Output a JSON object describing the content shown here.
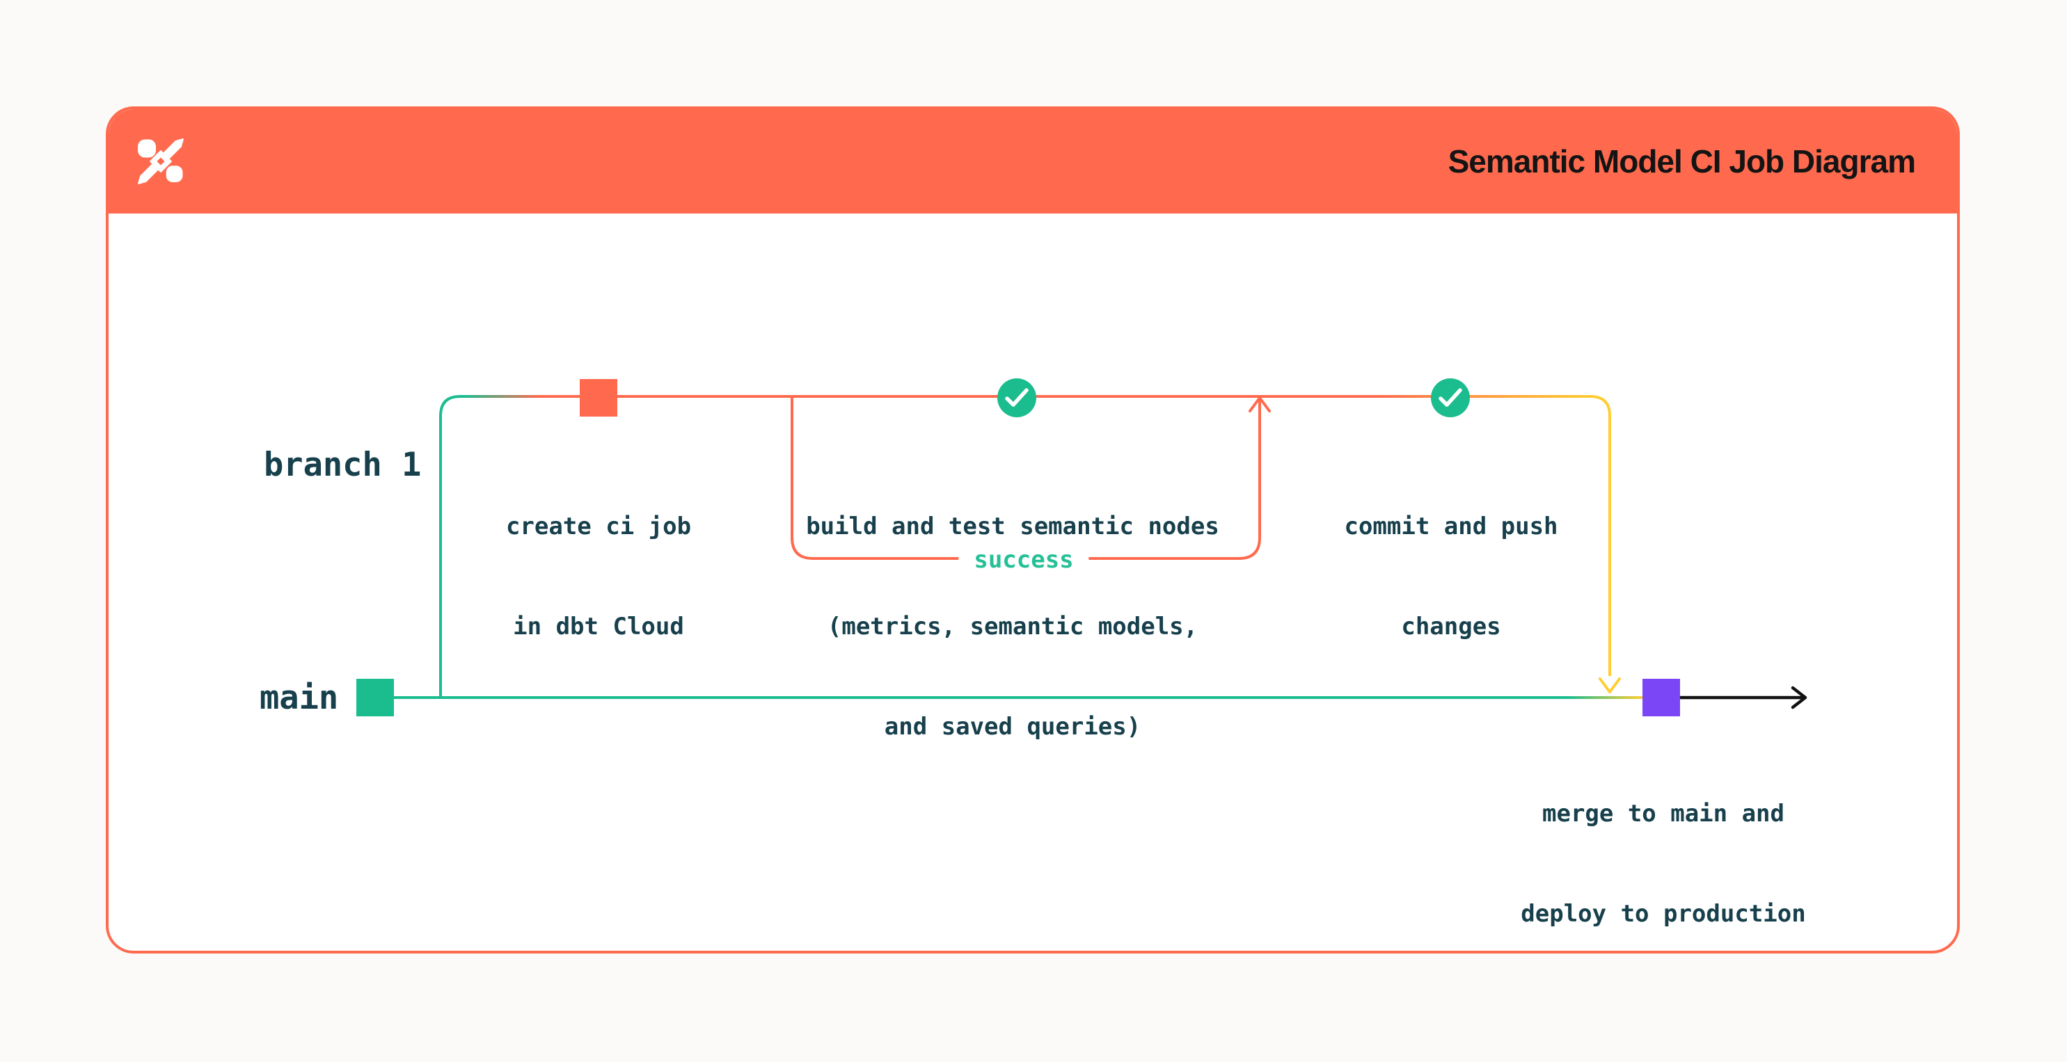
{
  "colors": {
    "accent_coral": "#FF6A4E",
    "green": "#1BBC8E",
    "yellow": "#FFCD33",
    "purple": "#7B46F5",
    "text_dark": "#17404C",
    "success_green": "#25C096",
    "title_text": "#141414",
    "card_bg": "#FFFFFF",
    "page_bg": "#FBFAF8",
    "arrow_black": "#111111"
  },
  "header": {
    "title": "Semantic Model CI Job Diagram",
    "logo_icon": "dbt-logo"
  },
  "diagram": {
    "branch_labels": {
      "branch1": "branch 1",
      "main": "main"
    },
    "nodes": {
      "create_ci": {
        "lines": [
          "create ci job",
          "in dbt Cloud"
        ],
        "marker": "orange-square"
      },
      "build_test": {
        "lines": [
          "build and test semantic nodes",
          "(metrics, semantic models,",
          "and saved queries)"
        ],
        "marker": "check-circle"
      },
      "commit_push": {
        "lines": [
          "commit and push",
          "changes"
        ],
        "marker": "check-circle"
      },
      "merge_deploy": {
        "lines": [
          "merge to main and",
          "deploy to production"
        ],
        "marker": "purple-square"
      }
    },
    "loop_label": "success"
  }
}
